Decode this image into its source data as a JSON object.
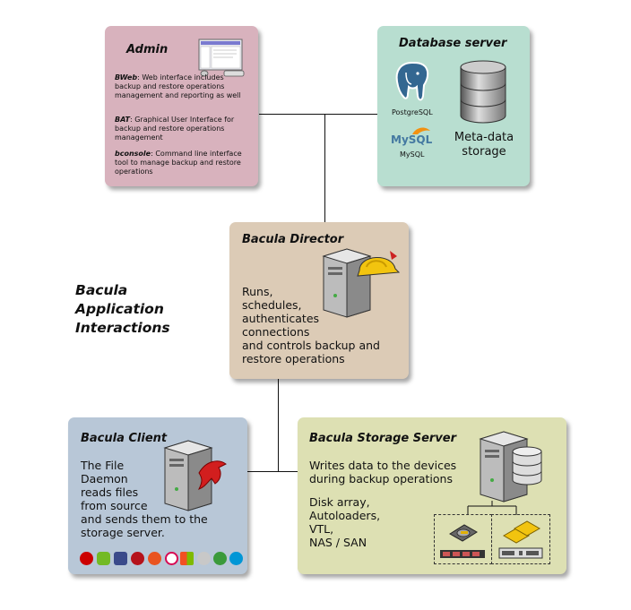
{
  "heading": {
    "line1": "Bacula",
    "line2": "Application",
    "line3": "Interactions"
  },
  "admin": {
    "title": "Admin",
    "bweb_name": "BWeb",
    "bweb_desc": ": Web interface includes backup and restore operations management and reporting as well",
    "bat_name": "BAT",
    "bat_desc": ": Graphical User Interface for backup and restore operations management",
    "bconsole_name": "bconsole",
    "bconsole_desc": ": Command line interface tool to manage backup and restore operations"
  },
  "database": {
    "title": "Database server",
    "postgres_label": "PostgreSQL",
    "mysql_logo": "MySQL",
    "mysql_label": "MySQL",
    "storage_label_1": "Meta-data",
    "storage_label_2": "storage"
  },
  "director": {
    "title": "Bacula Director",
    "desc": [
      "Runs,",
      "schedules,",
      "authenticates",
      "connections",
      "and controls backup and",
      "restore operations"
    ]
  },
  "client": {
    "title": "Bacula Client",
    "desc": [
      "The File",
      "Daemon",
      "reads files",
      "from source",
      "and sends them to the",
      "storage server."
    ],
    "os_icons": [
      "redhat-icon",
      "suse-icon",
      "slackware-icon",
      "freebsd-icon",
      "ubuntu-icon",
      "debian-icon",
      "windows-icon",
      "apple-icon",
      "opensuse-icon",
      "hpux-icon"
    ]
  },
  "storage": {
    "title": "Bacula Storage Server",
    "desc_1": [
      "Writes data to the devices",
      "during backup operations"
    ],
    "desc_2": [
      "Disk array,",
      "Autoloaders,",
      "VTL,",
      "NAS / SAN"
    ]
  },
  "colors": {
    "admin_bg": "#d8b2bd",
    "database_bg": "#b8ded0",
    "director_bg": "#dccbb6",
    "client_bg": "#b8c7d7",
    "storage_bg": "#dde0b3"
  }
}
